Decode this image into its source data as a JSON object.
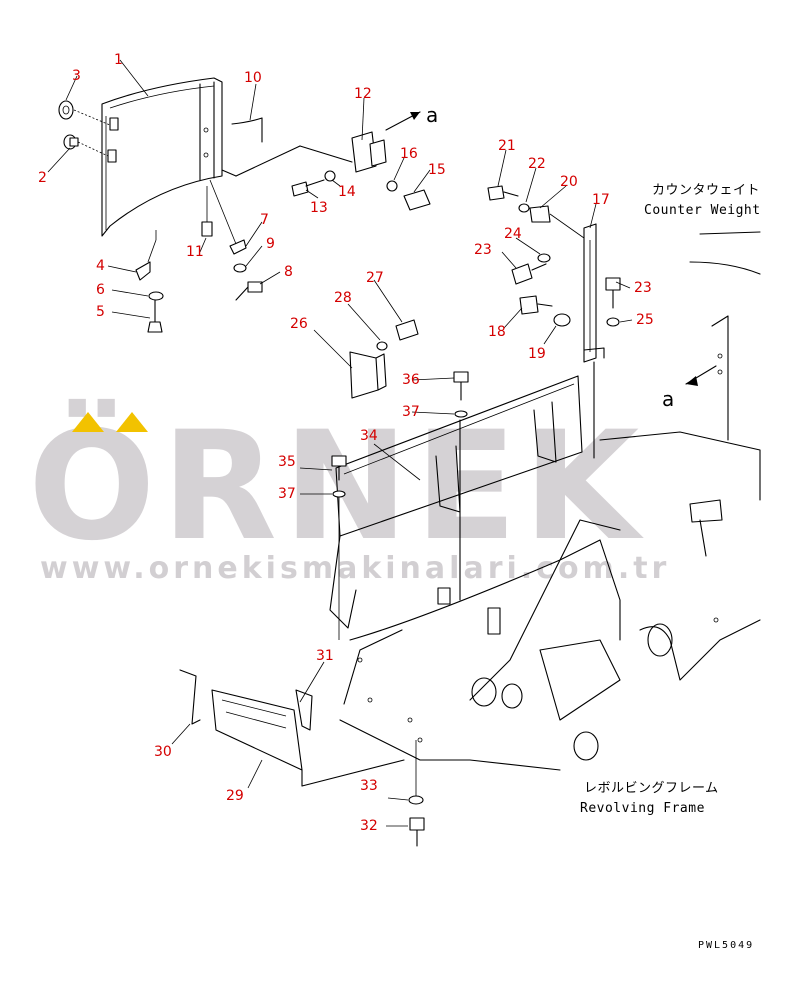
{
  "diagram": {
    "callouts": [
      {
        "id": "p1",
        "label": "1"
      },
      {
        "id": "p2",
        "label": "2"
      },
      {
        "id": "p3",
        "label": "3"
      },
      {
        "id": "p4",
        "label": "4"
      },
      {
        "id": "p5",
        "label": "5"
      },
      {
        "id": "p6",
        "label": "6"
      },
      {
        "id": "p7",
        "label": "7"
      },
      {
        "id": "p8",
        "label": "8"
      },
      {
        "id": "p9",
        "label": "9"
      },
      {
        "id": "p10",
        "label": "10"
      },
      {
        "id": "p11",
        "label": "11"
      },
      {
        "id": "p12",
        "label": "12"
      },
      {
        "id": "p13",
        "label": "13"
      },
      {
        "id": "p14",
        "label": "14"
      },
      {
        "id": "p15",
        "label": "15"
      },
      {
        "id": "p16",
        "label": "16"
      },
      {
        "id": "p17",
        "label": "17"
      },
      {
        "id": "p18",
        "label": "18"
      },
      {
        "id": "p19",
        "label": "19"
      },
      {
        "id": "p20",
        "label": "20"
      },
      {
        "id": "p21",
        "label": "21"
      },
      {
        "id": "p22",
        "label": "22"
      },
      {
        "id": "p23a",
        "label": "23"
      },
      {
        "id": "p23b",
        "label": "23"
      },
      {
        "id": "p24",
        "label": "24"
      },
      {
        "id": "p25",
        "label": "25"
      },
      {
        "id": "p26",
        "label": "26"
      },
      {
        "id": "p27",
        "label": "27"
      },
      {
        "id": "p28",
        "label": "28"
      },
      {
        "id": "p29",
        "label": "29"
      },
      {
        "id": "p30",
        "label": "30"
      },
      {
        "id": "p31",
        "label": "31"
      },
      {
        "id": "p32",
        "label": "32"
      },
      {
        "id": "p33",
        "label": "33"
      },
      {
        "id": "p34",
        "label": "34"
      },
      {
        "id": "p35",
        "label": "35"
      },
      {
        "id": "p36",
        "label": "36"
      },
      {
        "id": "p37a",
        "label": "37"
      },
      {
        "id": "p37b",
        "label": "37"
      }
    ],
    "connector_marks": [
      {
        "id": "a_top",
        "label": "a"
      },
      {
        "id": "a_right",
        "label": "a"
      }
    ],
    "annotations": {
      "counter_weight_jp": "カウンタウェイト",
      "counter_weight_en": "Counter Weight",
      "revolving_frame_jp": "レボルビングフレーム",
      "revolving_frame_en": "Revolving Frame"
    },
    "drawing_code": "PWL5049",
    "watermark": {
      "brand": "ÖRNEK",
      "url": "www.ornekismakinalari.com.tr",
      "accent_color": "#f2c200",
      "text_color": "#c8c4c8"
    },
    "colors": {
      "callout": "#d40000",
      "line": "#000000",
      "background": "#ffffff"
    }
  }
}
